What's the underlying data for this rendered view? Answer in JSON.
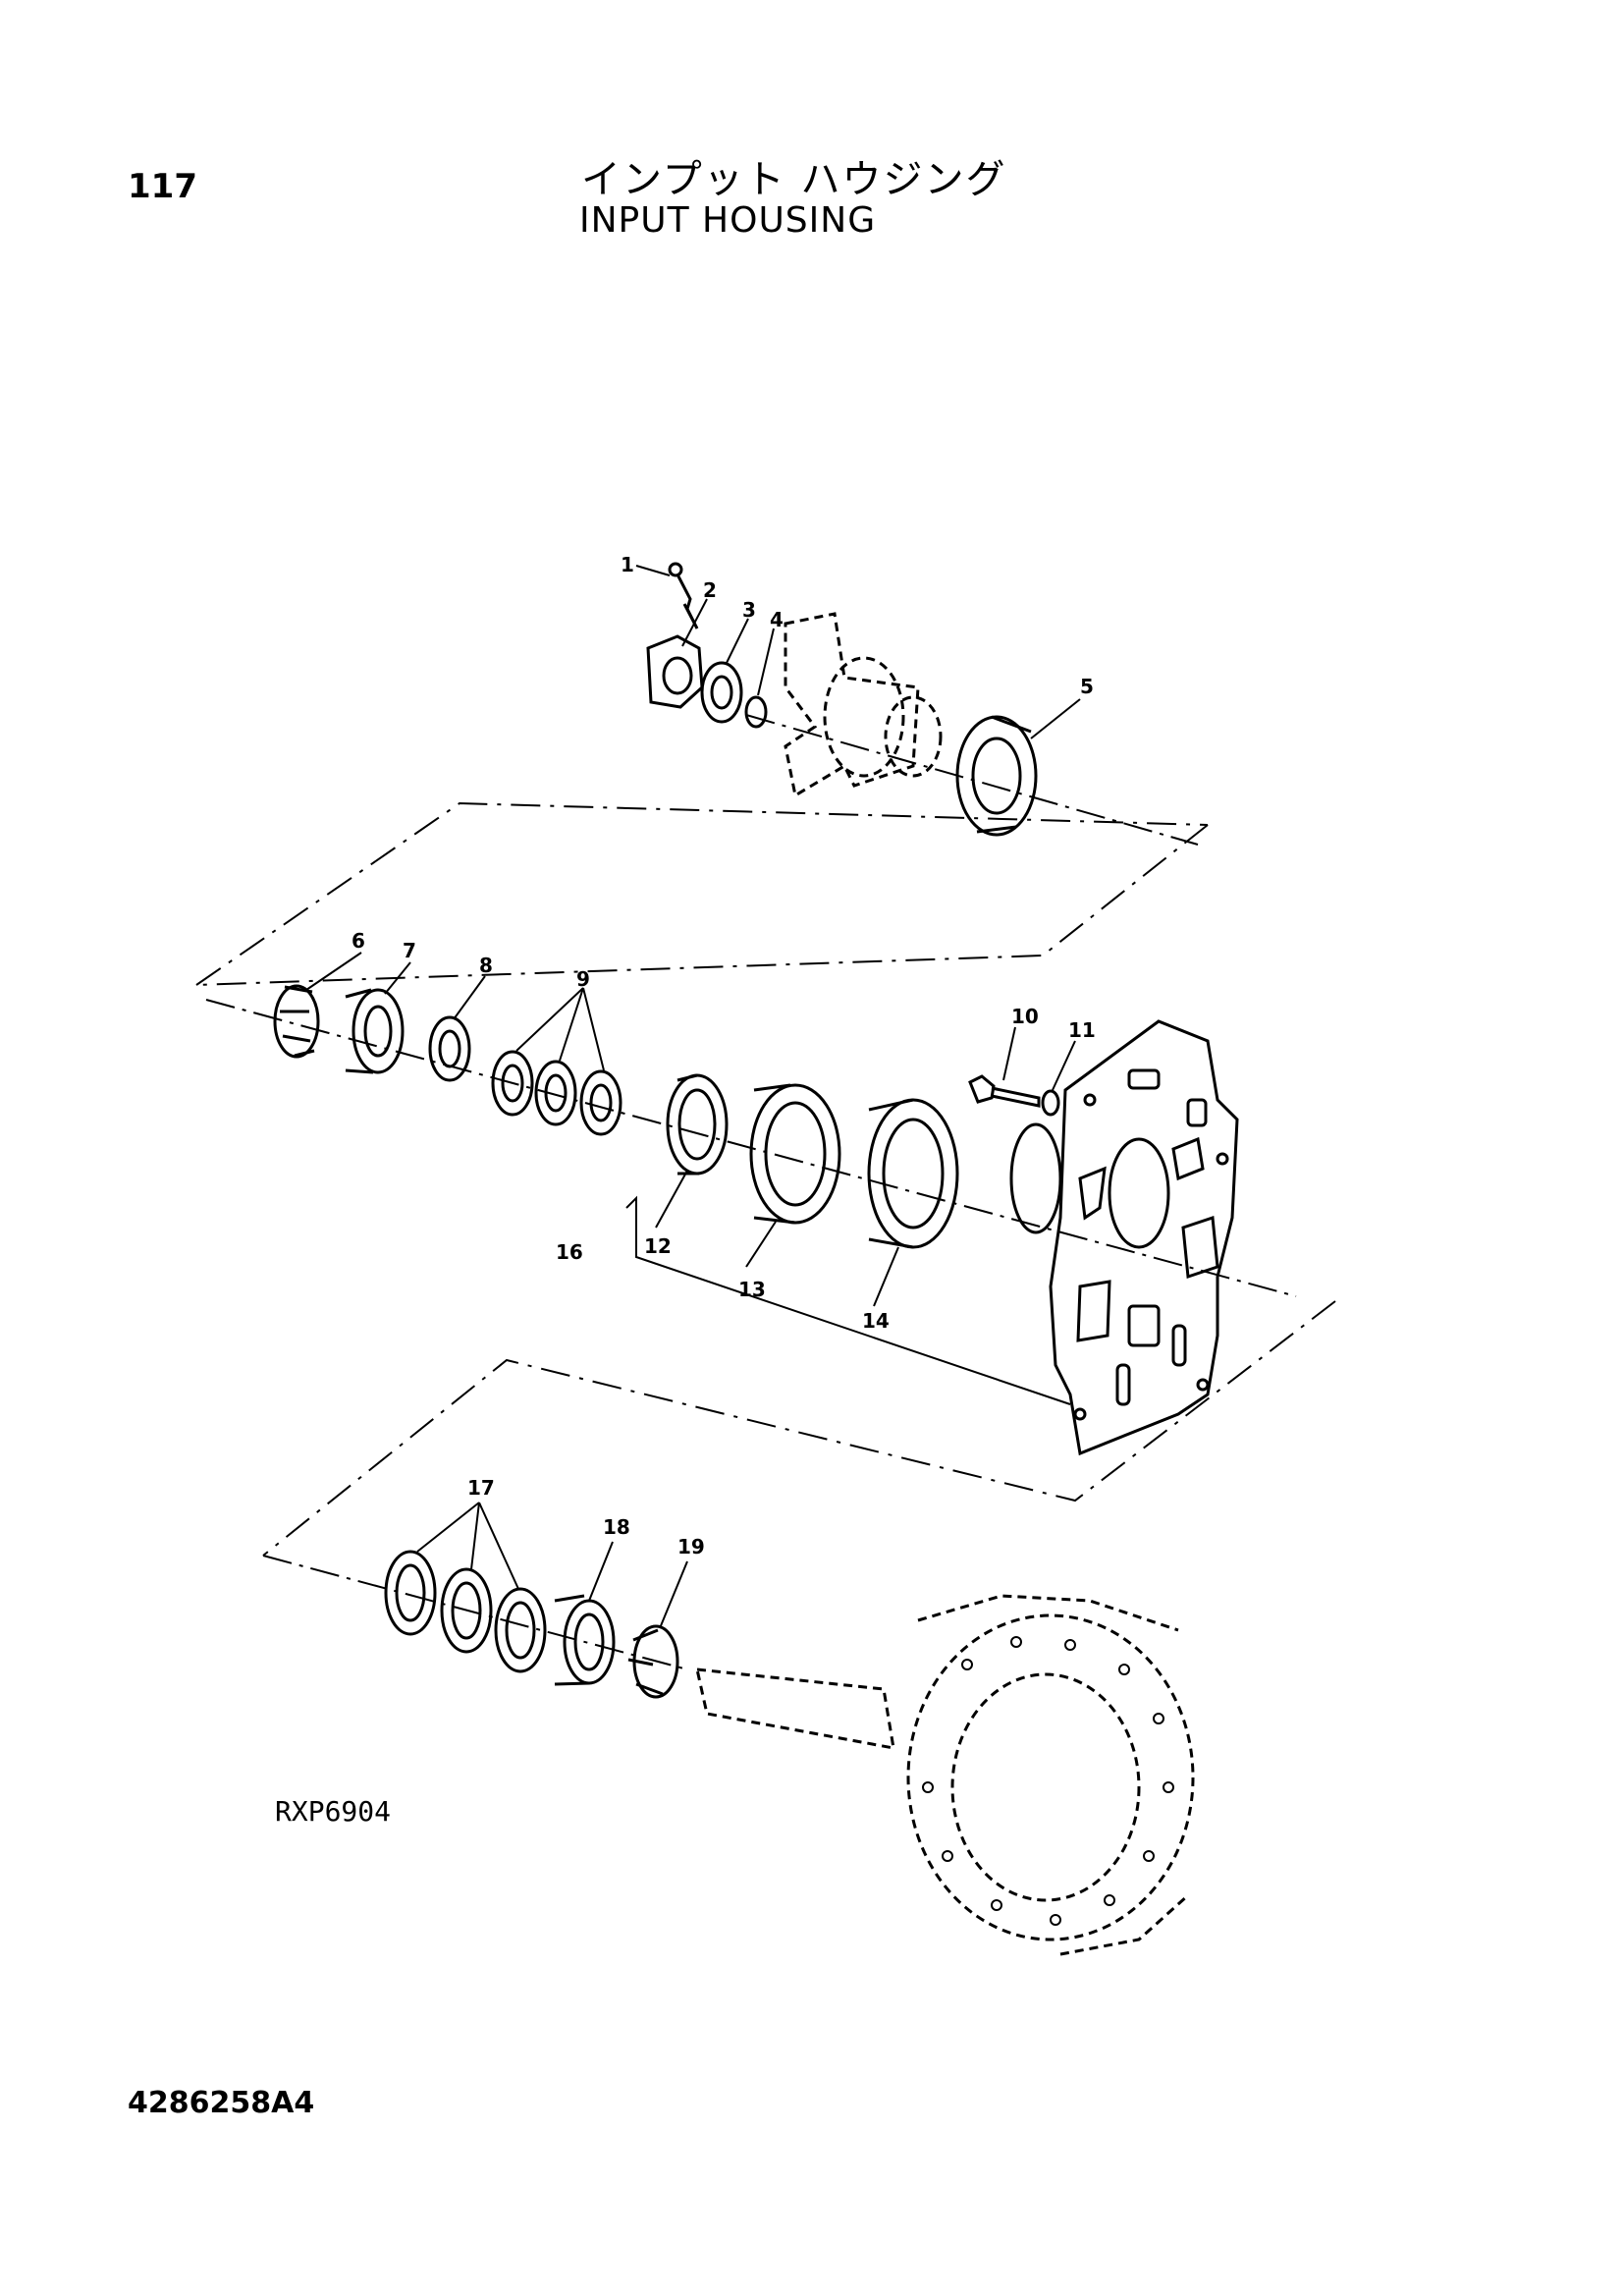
{
  "header": {
    "page_number": "117",
    "title_jp": "インプット ハウジング",
    "title_en": "INPUT HOUSING"
  },
  "diagram": {
    "figure_code": "RXP6904",
    "callouts": [
      "1",
      "2",
      "3",
      "4",
      "5",
      "6",
      "7",
      "8",
      "9",
      "10",
      "11",
      "12",
      "13",
      "14",
      "16",
      "17",
      "18",
      "19"
    ]
  },
  "footer": {
    "doc_code": "4286258A4"
  }
}
